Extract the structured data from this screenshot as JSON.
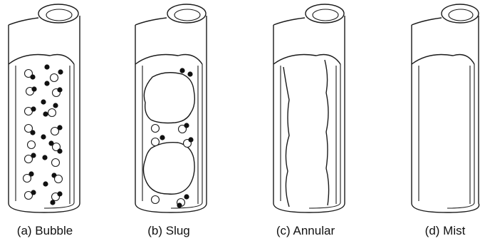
{
  "figure": {
    "panels": [
      {
        "id": "bubble",
        "caption": "(a) Bubble"
      },
      {
        "id": "slug",
        "caption": "(b) Slug"
      },
      {
        "id": "annular",
        "caption": "(c) Annular"
      },
      {
        "id": "mist",
        "caption": "(d) Mist"
      }
    ],
    "colors": {
      "line": "#1a1a1a",
      "solid_dot": "#111111",
      "background": "#ffffff"
    }
  }
}
